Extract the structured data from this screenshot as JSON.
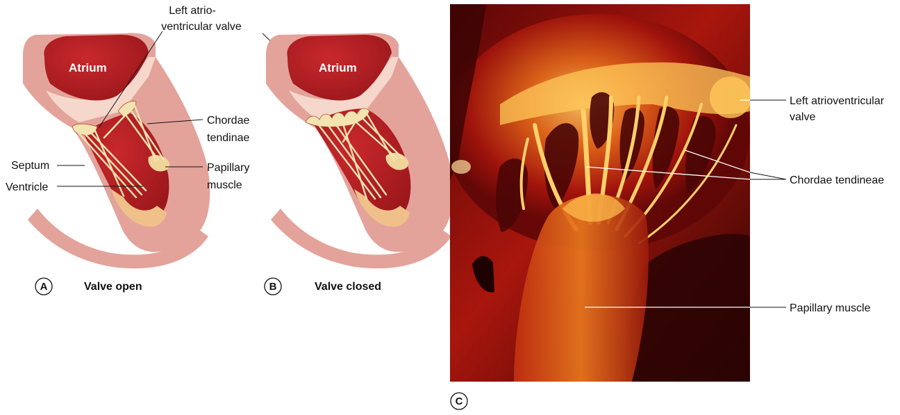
{
  "diagrams": {
    "A": {
      "letter": "A",
      "caption": "Valve open",
      "atrium_label": "Atrium",
      "septum_label": "Septum",
      "ventricle_label": "Ventricle",
      "chordae_label_line1": "Chordae",
      "chordae_label_line2": "tendinae",
      "papillary_label_line1": "Papillary",
      "papillary_label_line2": "muscle"
    },
    "B": {
      "letter": "B",
      "caption": "Valve closed",
      "atrium_label": "Atrium"
    },
    "shared": {
      "valve_label_line1": "Left atrio-",
      "valve_label_line2": "ventricular valve"
    }
  },
  "photo": {
    "letter": "C",
    "valve_label_line1": "Left atrioventricular",
    "valve_label_line2": "valve",
    "chordae_label": "Chordae tendineae",
    "papillary_label": "Papillary muscle"
  },
  "colors": {
    "wall": "#e3a39a",
    "wall_light": "#f6d7cb",
    "chamber": "#b51f24",
    "chamber_dark": "#8f1418",
    "chordae": "#f3e3b0",
    "papillary_base": "#f0c08a"
  }
}
